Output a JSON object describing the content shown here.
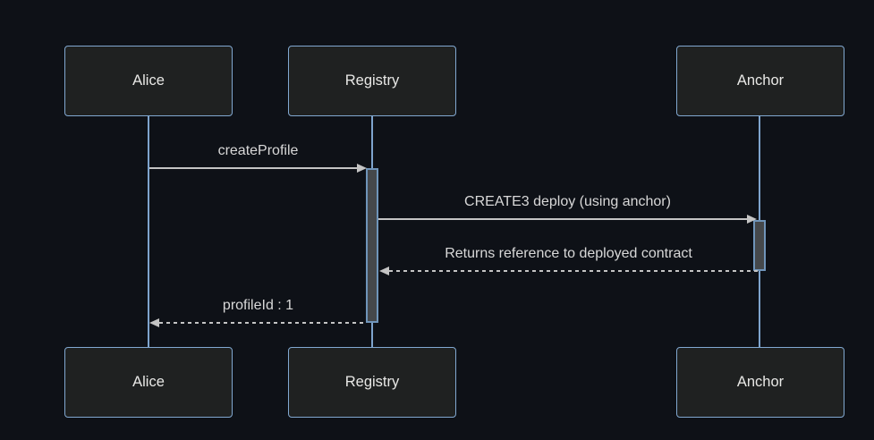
{
  "diagram": {
    "type": "sequence-diagram",
    "background_color": "#0e1117",
    "colors": {
      "actor_fill": "#1f2121",
      "actor_border": "#81a8d1",
      "actor_text": "#e8e8e6",
      "lifeline": "#7ea4cd",
      "activation_fill": "#45484b",
      "activation_border": "#6f94b9",
      "message_line": "#c4c4c4",
      "message_text": "#d8d8d8"
    },
    "participants": [
      {
        "name": "Alice"
      },
      {
        "name": "Registry"
      },
      {
        "name": "Anchor"
      }
    ],
    "messages": [
      {
        "from": "Alice",
        "to": "Registry",
        "label": "createProfile",
        "line": "solid"
      },
      {
        "from": "Registry",
        "to": "Anchor",
        "label": "CREATE3 deploy (using anchor)",
        "line": "solid"
      },
      {
        "from": "Anchor",
        "to": "Registry",
        "label": "Returns reference to deployed contract",
        "line": "dashed"
      },
      {
        "from": "Registry",
        "to": "Alice",
        "label": "profileId : 1",
        "line": "dashed"
      }
    ],
    "activations": [
      {
        "participant": "Registry"
      },
      {
        "participant": "Anchor"
      }
    ]
  }
}
